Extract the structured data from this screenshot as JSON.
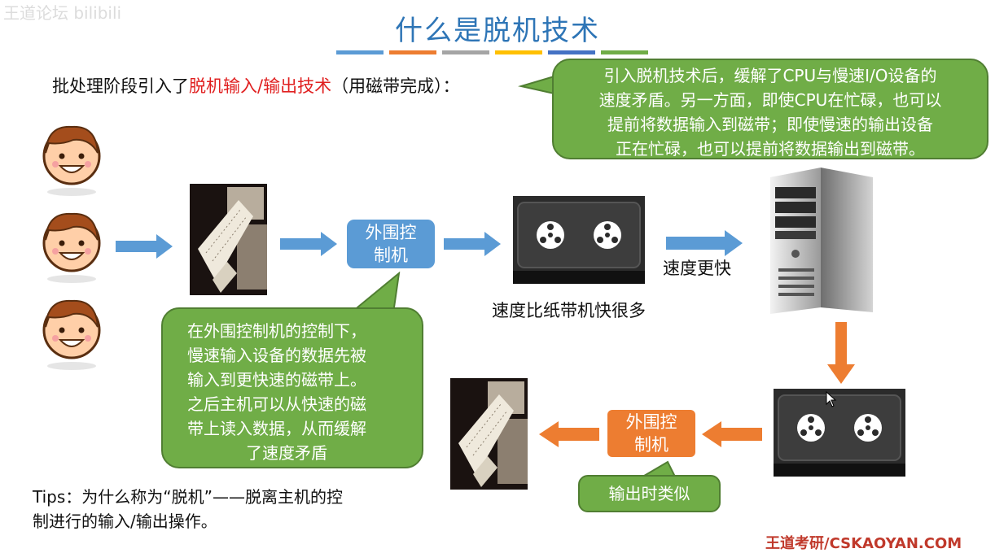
{
  "watermark": "王道论坛 bilibili",
  "title": "什么是脱机技术",
  "title_bar_colors": [
    "#5b9bd5",
    "#ed7d31",
    "#a5a5a5",
    "#ffc000",
    "#4472c4",
    "#70ad47"
  ],
  "intro": {
    "before": "批处理阶段引入了",
    "highlight": "脱机输入/输出技术",
    "after": "（用磁带完成）："
  },
  "callout_top": {
    "line1": "引入脱机技术后，缓解了CPU与慢速I/O设备的",
    "line2": "速度矛盾。另一方面，即使CPU在忙碌，也可以",
    "line3": "提前将数据输入到磁带；即使慢速的输出设备",
    "line4": "正在忙碌，也可以提前将数据输出到磁带。"
  },
  "callout_mid": {
    "line1": "在外围控制机的控制下，",
    "line2": "慢速输入设备的数据先被",
    "line3": "输入到更快速的磁带上。",
    "line4": "之后主机可以从快速的磁",
    "line5": "带上读入数据，从而缓解",
    "line6": "了速度矛盾"
  },
  "callout_out": "输出时类似",
  "peripheral_top": {
    "line1": "外围控",
    "line2": "制机"
  },
  "peripheral_bottom": {
    "line1": "外围控",
    "line2": "制机"
  },
  "label_tape_speed": "速度比纸带机快很多",
  "label_faster": "速度更快",
  "tips": {
    "line1": "Tips：为什么称为“脱机”——脱离主机的控",
    "line2": "制进行的输入/输出操作。"
  },
  "footer": "王道考研/CSKAOYAN.COM",
  "colors": {
    "title": "#2e75b6",
    "highlight": "#e02020",
    "callout_green": "#70ad47",
    "peripheral_blue": "#5b9bd5",
    "output_orange": "#ed7d31"
  }
}
